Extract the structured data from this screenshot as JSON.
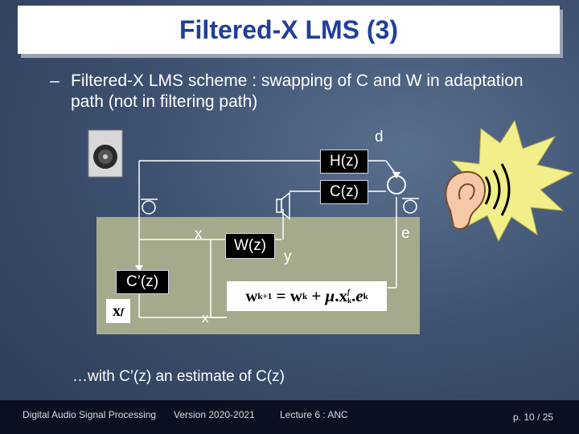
{
  "title": "Filtered-X LMS (3)",
  "bullet": {
    "dash": "–",
    "text": "Filtered-X LMS scheme : swapping of C and W in adaptation path (not in filtering path)"
  },
  "diagram": {
    "labels": {
      "d": "d",
      "e": "e",
      "x": "x",
      "y": "y",
      "x2": "x"
    },
    "blocks": {
      "h": "H(z)",
      "c": "C(z)",
      "w": "W(z)",
      "c_est": "C’(z)"
    },
    "formula": {
      "lhs": "w",
      "lhs_sub": "k+1",
      "eq": " = ",
      "t1": "w",
      "t1_sub": "k",
      "plus": " + ",
      "mu": "μ",
      "dot1": ".",
      "xf": "x",
      "xf_sup": "f",
      "xf_sub": "k",
      "dot2": ".",
      "e": "e",
      "e_sub": "k"
    },
    "xf_box": {
      "base": "x",
      "sup": "f"
    }
  },
  "note": "…with C’(z) an estimate of C(z)",
  "footer": {
    "course": "Digital Audio Signal Processing",
    "version": "Version 2020-2021",
    "lecture": "Lecture 6 : ANC",
    "page": "p. 10 / 25"
  },
  "colors": {
    "title_text": "#1f3f9a",
    "adapt_region": "#a4ab8c",
    "ear_burst": "#f2ee8a",
    "footer_bg": "#0b1020"
  }
}
